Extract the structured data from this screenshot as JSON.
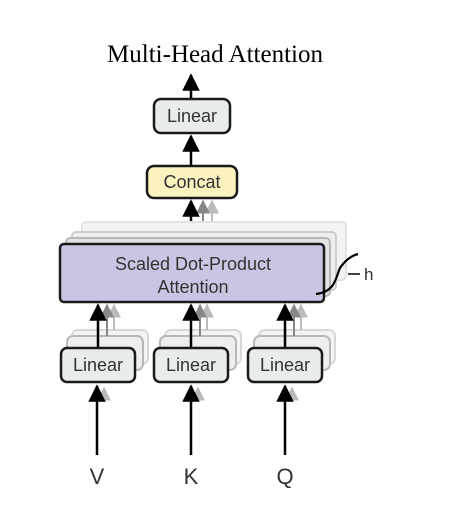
{
  "title": "Multi-Head Attention",
  "blocks": {
    "output_linear": "Linear",
    "concat": "Concat",
    "attention_line1": "Scaled Dot-Product",
    "attention_line2": "Attention",
    "linear_v": "Linear",
    "linear_k": "Linear",
    "linear_q": "Linear"
  },
  "inputs": {
    "v": "V",
    "k": "K",
    "q": "Q"
  },
  "heads_label": "h",
  "colors": {
    "linear_fill": "#e9ede9",
    "concat_fill": "#faf3c0",
    "attention_fill": "#cbc4e3",
    "stroke": "#1a1a1a"
  }
}
